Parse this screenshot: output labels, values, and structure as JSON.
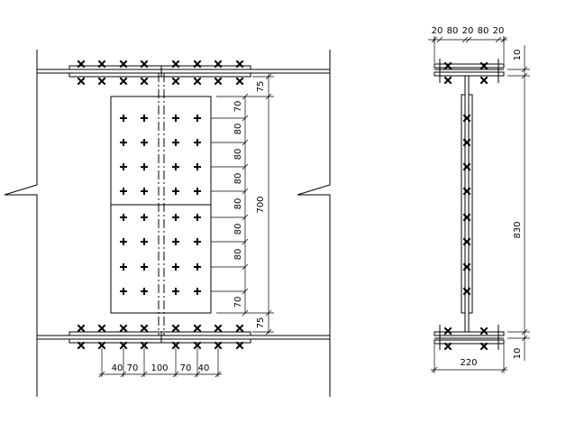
{
  "elevation": {
    "dims_vertical_outer": [
      "75",
      "700",
      "75"
    ],
    "dims_vertical_inner": [
      "70",
      "80",
      "80",
      "80",
      "80",
      "80",
      "80",
      "70"
    ],
    "dims_horizontal": [
      "40",
      "70",
      "100",
      "70",
      "40"
    ]
  },
  "section": {
    "dims_top": [
      "20",
      "80",
      "20",
      "80",
      "20"
    ],
    "dim_flange_top": "10",
    "dim_height": "830",
    "dim_flange_bottom": "10",
    "dim_width": "220"
  },
  "bolt_pattern": {
    "flange_rows_per_side": 2,
    "flange_bolts_per_row": 8,
    "web_rows": 8,
    "web_cols": 4
  }
}
